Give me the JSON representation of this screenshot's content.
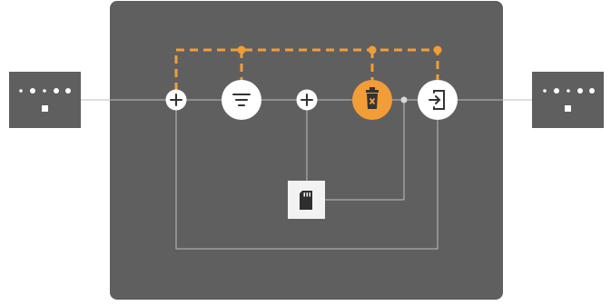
{
  "diagram": {
    "accent_color": "#f29d38",
    "panel_color": "#5f5f5f",
    "wire_color": "#bdbdbd",
    "left_io": {
      "icon": "device-dots-icon"
    },
    "right_io": {
      "icon": "device-dots-icon"
    },
    "nodes": [
      {
        "id": "add-1",
        "icon": "plus-icon"
      },
      {
        "id": "filter",
        "icon": "filter-icon"
      },
      {
        "id": "add-2",
        "icon": "plus-icon"
      },
      {
        "id": "delete",
        "icon": "trash-x-icon",
        "highlighted": true
      },
      {
        "id": "exit",
        "icon": "exit-arrow-icon"
      },
      {
        "id": "storage",
        "icon": "sd-card-icon"
      }
    ]
  }
}
